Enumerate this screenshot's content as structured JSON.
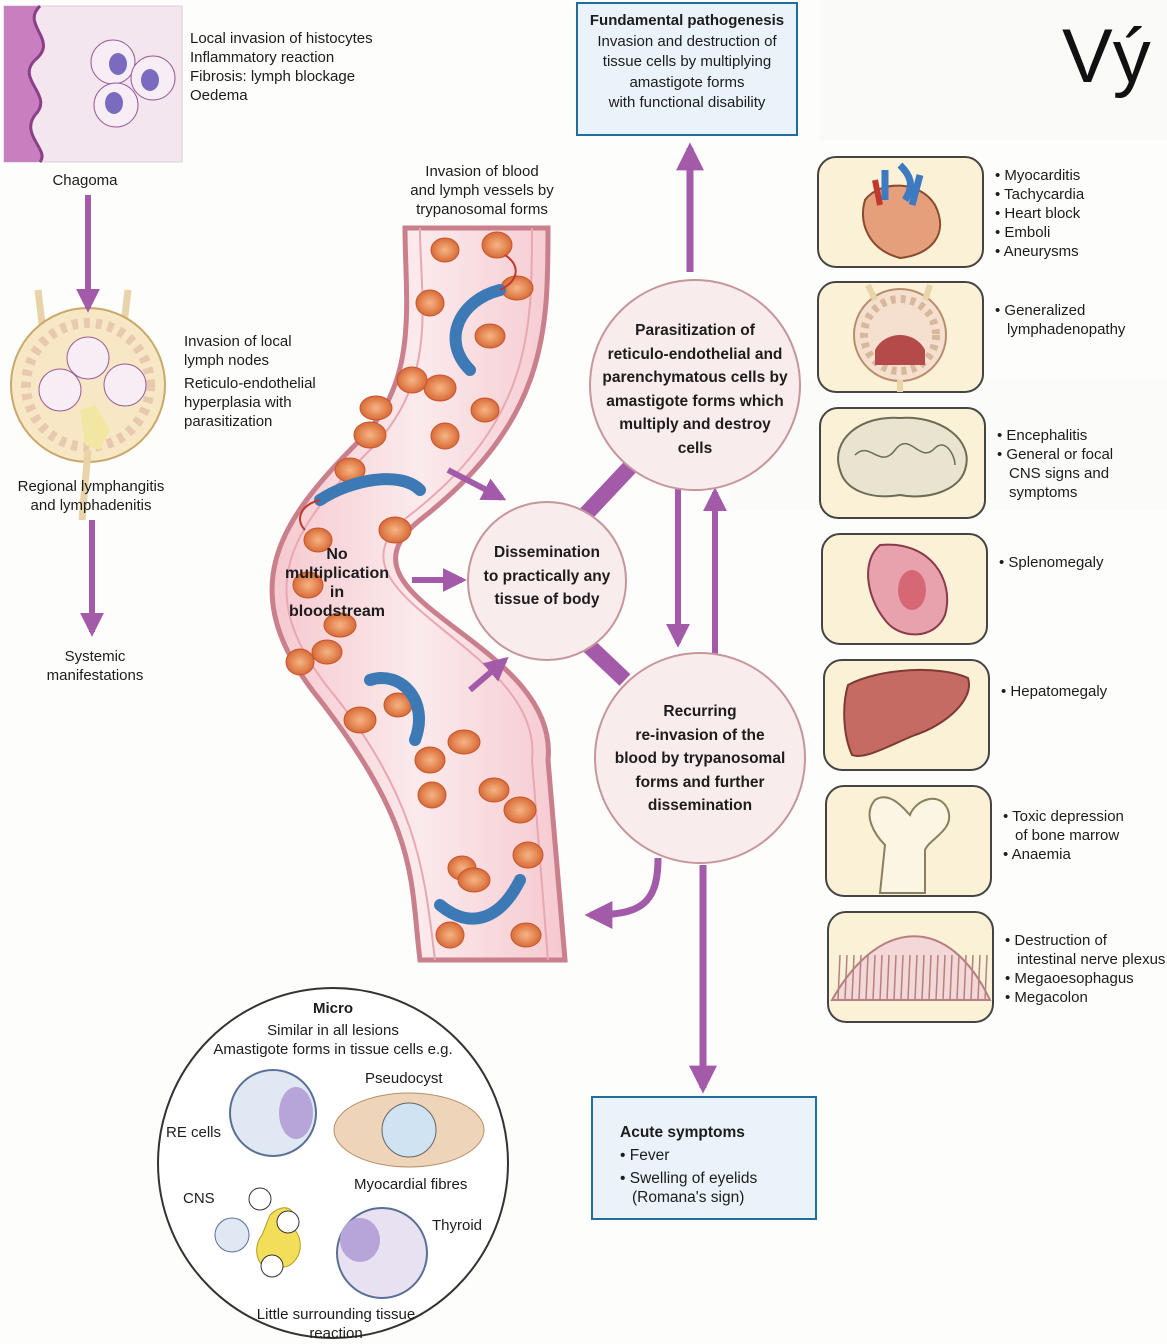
{
  "corner_title": "Vý",
  "chagoma": {
    "label": "Chagoma",
    "notes": [
      "Local invasion of histocytes",
      "Inflammatory reaction",
      "Fibrosis: lymph blockage",
      "Oedema"
    ]
  },
  "lymph": {
    "notes": [
      "Invasion of local",
      "lymph nodes",
      "Reticulo-endothelial",
      "hyperplasia with",
      "parasitization"
    ],
    "regional": [
      "Regional lymphangitis",
      "and lymphadenitis"
    ],
    "systemic": [
      "Systemic",
      "manifestations"
    ]
  },
  "vessel": {
    "label": [
      "Invasion of blood",
      "and lymph vessels by",
      "trypanosomal forms"
    ],
    "no_multiplication": [
      "No",
      "multiplication",
      "in",
      "bloodstream"
    ]
  },
  "fundamental": {
    "title": "Fundamental pathogenesis",
    "text": [
      "Invasion and destruction of",
      "tissue cells by multiplying",
      "amastigote forms",
      "with functional disability"
    ]
  },
  "parasitization": [
    "Parasitization of",
    "reticulo-endothelial and",
    "parenchymatous cells by",
    "amastigote forms which",
    "multiply and destroy",
    "cells"
  ],
  "dissemination": [
    "Dissemination",
    "to practically any",
    "tissue of body"
  ],
  "recurring": [
    "Recurring",
    "re-invasion of the",
    "blood by trypanosomal",
    "forms and further",
    "dissemination"
  ],
  "acute": {
    "title": "Acute symptoms",
    "items": [
      "Fever",
      "Swelling of eyelids"
    ],
    "note": "(Romana's sign)"
  },
  "organs": [
    {
      "icon": "heart-icon",
      "items": [
        "Myocarditis",
        "Tachycardia",
        "Heart block",
        "Emboli",
        "Aneurysms"
      ]
    },
    {
      "icon": "lymph-node-icon",
      "items": [
        "Generalized"
      ],
      "cont": [
        "lymphadenopathy"
      ]
    },
    {
      "icon": "brain-icon",
      "items": [
        "Encephalitis",
        "General or focal"
      ],
      "cont": [
        "CNS signs and",
        "symptoms"
      ]
    },
    {
      "icon": "spleen-icon",
      "items": [
        "Splenomegaly"
      ]
    },
    {
      "icon": "liver-icon",
      "items": [
        "Hepatomegaly"
      ]
    },
    {
      "icon": "bone-icon",
      "items": [
        "Toxic depression"
      ],
      "cont": [
        "of bone marrow"
      ],
      "items2": [
        "Anaemia"
      ]
    },
    {
      "icon": "intestine-icon",
      "items": [
        "Destruction of"
      ],
      "cont": [
        "intestinal nerve plexus"
      ],
      "items2": [
        "Megaoesophagus",
        "Megacolon"
      ]
    }
  ],
  "micro": {
    "title": "Micro",
    "sub": [
      "Similar in all lesions",
      "Amastigote forms in tissue cells e.g."
    ],
    "labels": {
      "re": "RE cells",
      "pseudocyst": "Pseudocyst",
      "myocardial": "Myocardial fibres",
      "cns": "CNS",
      "thyroid": "Thyroid"
    },
    "footer": [
      "Little surrounding tissue",
      "reaction"
    ]
  },
  "colors": {
    "arrow": "#a35aa8",
    "box_border": "#1f6e9e",
    "box_fill": "#e9f3f9",
    "circle_fill": "#f9ecec",
    "rbc": "#e27a4c",
    "organ_bg": "#fbf1d6"
  }
}
